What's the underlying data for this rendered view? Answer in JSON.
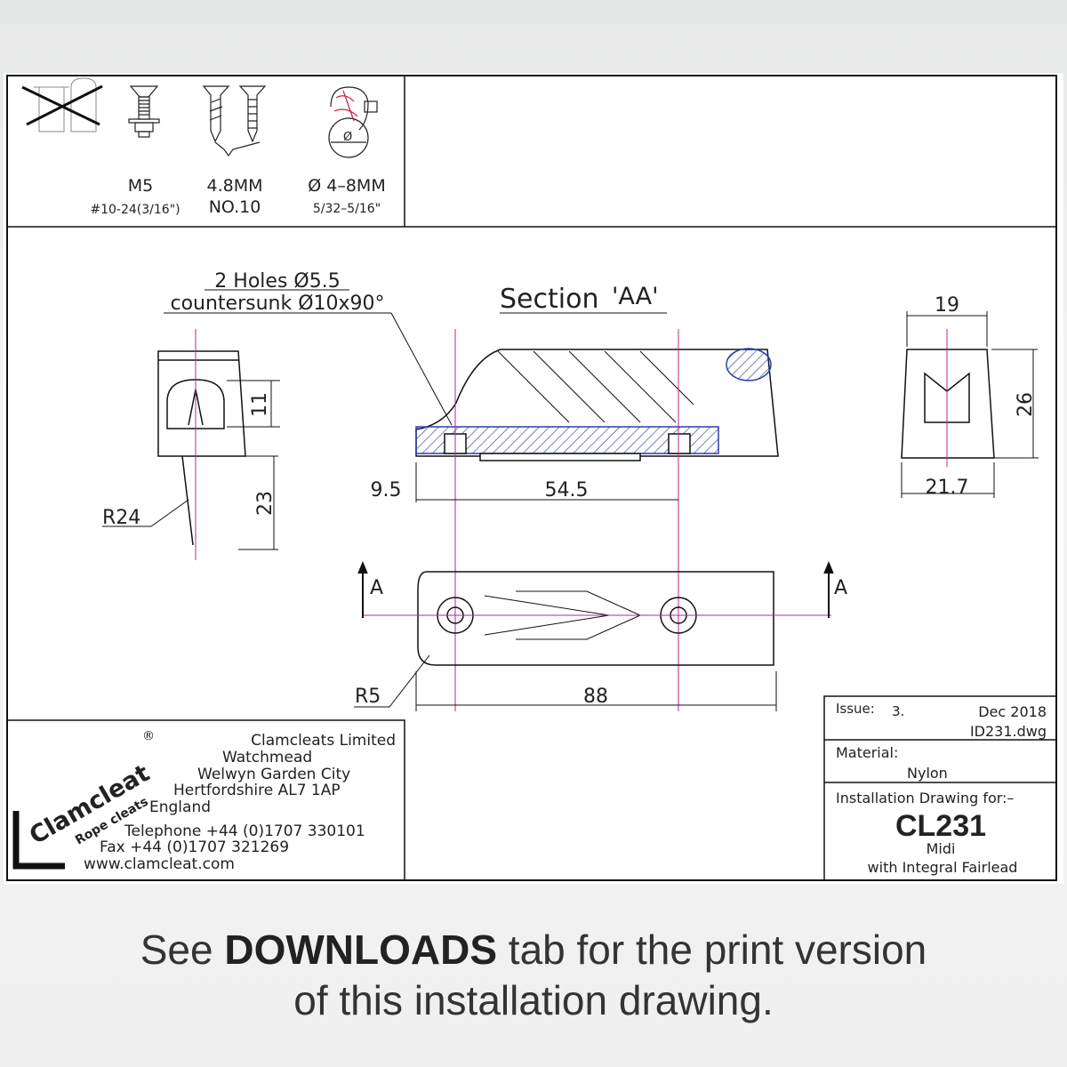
{
  "fixings": {
    "bolt_size": "M5",
    "bolt_imperial": "#10-24(3/16\")",
    "screw_size": "4.8MM",
    "screw_no": "NO.10",
    "rope_size": "Ø 4–8MM",
    "rope_imperial": "5/32–5/16\"",
    "rope_symbol": "Ø"
  },
  "drawing": {
    "holes_note_1": "2 Holes Ø5.5",
    "holes_note_2": "countersunk Ø10x90°",
    "section_title": "Section",
    "section_label": "'AA'",
    "dim_11": "11",
    "dim_23": "23",
    "dim_r24": "R24",
    "dim_9_5": "9.5",
    "dim_54_5": "54.5",
    "dim_19": "19",
    "dim_26": "26",
    "dim_21_7": "21.7",
    "dim_88": "88",
    "dim_r5": "R5",
    "section_arrow_left": "A",
    "section_arrow_right": "A"
  },
  "company": {
    "logo_text": "Clamcleat",
    "logo_sub": "Rope cleats",
    "logo_mark": "®",
    "name": "Clamcleats Limited",
    "address_1": "Watchmead",
    "address_2": "Welwyn Garden City",
    "address_3": "Hertfordshire AL7 1AP",
    "address_4": "England",
    "telephone": "Telephone +44 (0)1707 330101",
    "fax": "Fax +44 (0)1707 321269",
    "website": "www.clamcleat.com"
  },
  "title_block": {
    "issue_label": "Issue:",
    "issue_value": "3.",
    "date": "Dec 2018",
    "file": "ID231.dwg",
    "material_label": "Material:",
    "material_value": "Nylon",
    "drawing_for": "Installation Drawing for:–",
    "part_number": "CL231",
    "part_size": "Midi",
    "part_desc": "with Integral Fairlead"
  },
  "caption": {
    "pre": "See ",
    "bold": "DOWNLOADS",
    "post": " tab for the print version",
    "line2": "of this installation drawing."
  },
  "colors": {
    "line": "#1a1a1a",
    "centerline": "#c0209a",
    "hatch": "#2a3fa8"
  }
}
